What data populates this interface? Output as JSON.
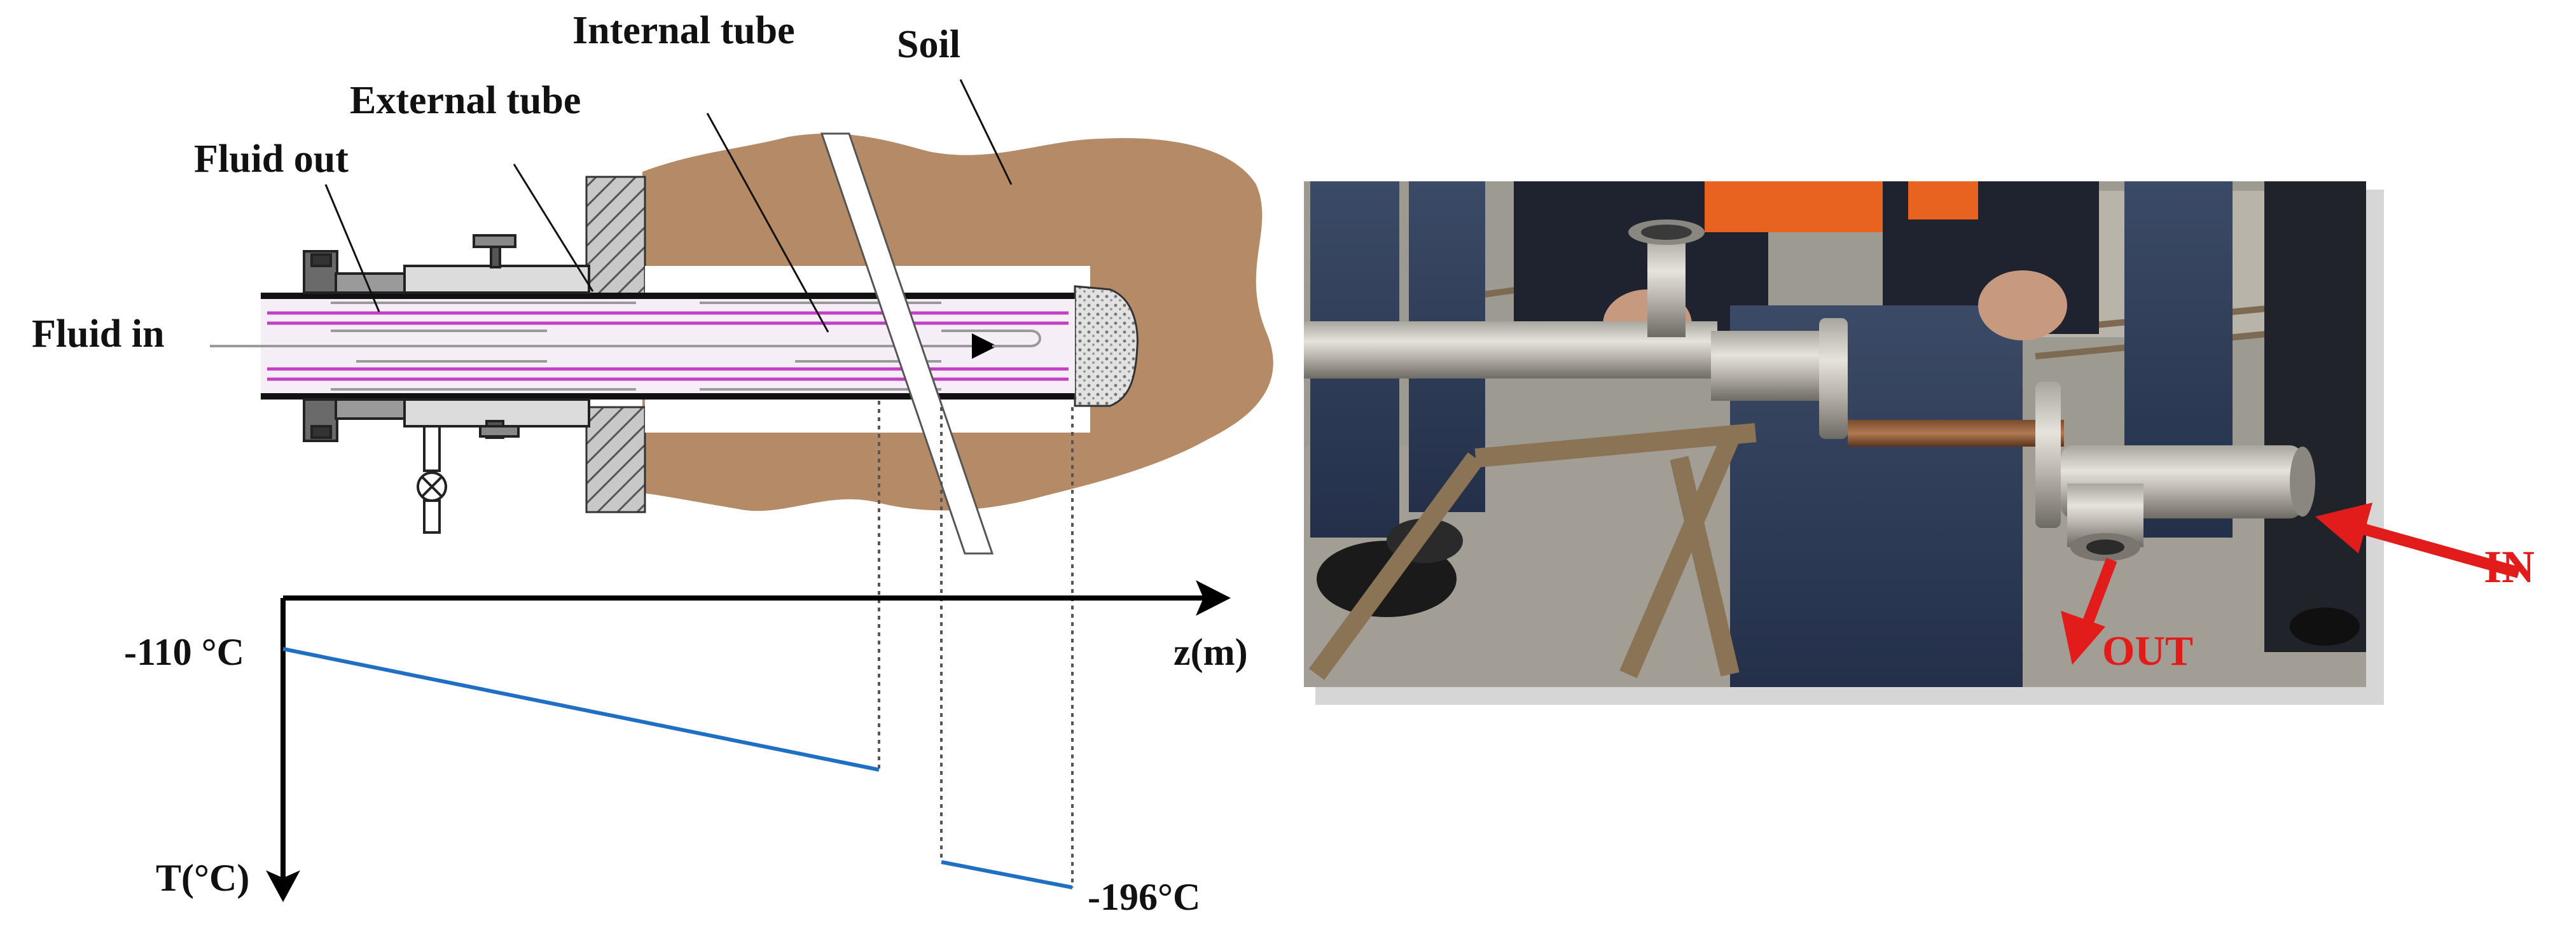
{
  "labels": {
    "internal_tube": "Internal tube",
    "soil": "Soil",
    "external_tube": "External tube",
    "fluid_out": "Fluid out",
    "fluid_in": "Fluid in",
    "z_axis": "z(m)",
    "t_axis": "T(°C)",
    "temp_start": "-110 °C",
    "temp_end": "-196°C"
  },
  "photo": {
    "in_label": "IN",
    "out_label": "OUT"
  },
  "colors": {
    "soil": "#b48b66",
    "curve": "#1f6fc4",
    "inner_tube_lines": "#c23fc4",
    "arrow_red": "#e21b1b",
    "axis": "#000000"
  }
}
